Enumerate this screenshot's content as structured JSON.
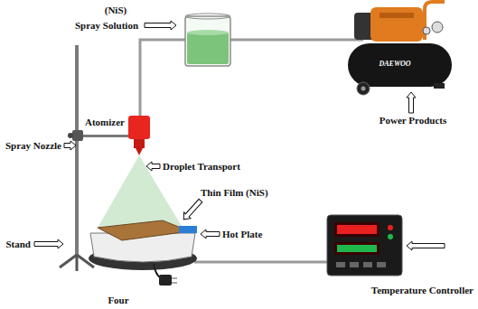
{
  "diagram": {
    "labels": [
      "(NiS)",
      "Spray Solution",
      "Atomizer",
      "DAEWOO",
      "Power Products",
      "Spray Nozzle",
      "Droplet Transport",
      "Thin Film (NiS)",
      "Hot Plate",
      "Stand",
      "Temperature Controller",
      "Four"
    ]
  }
}
